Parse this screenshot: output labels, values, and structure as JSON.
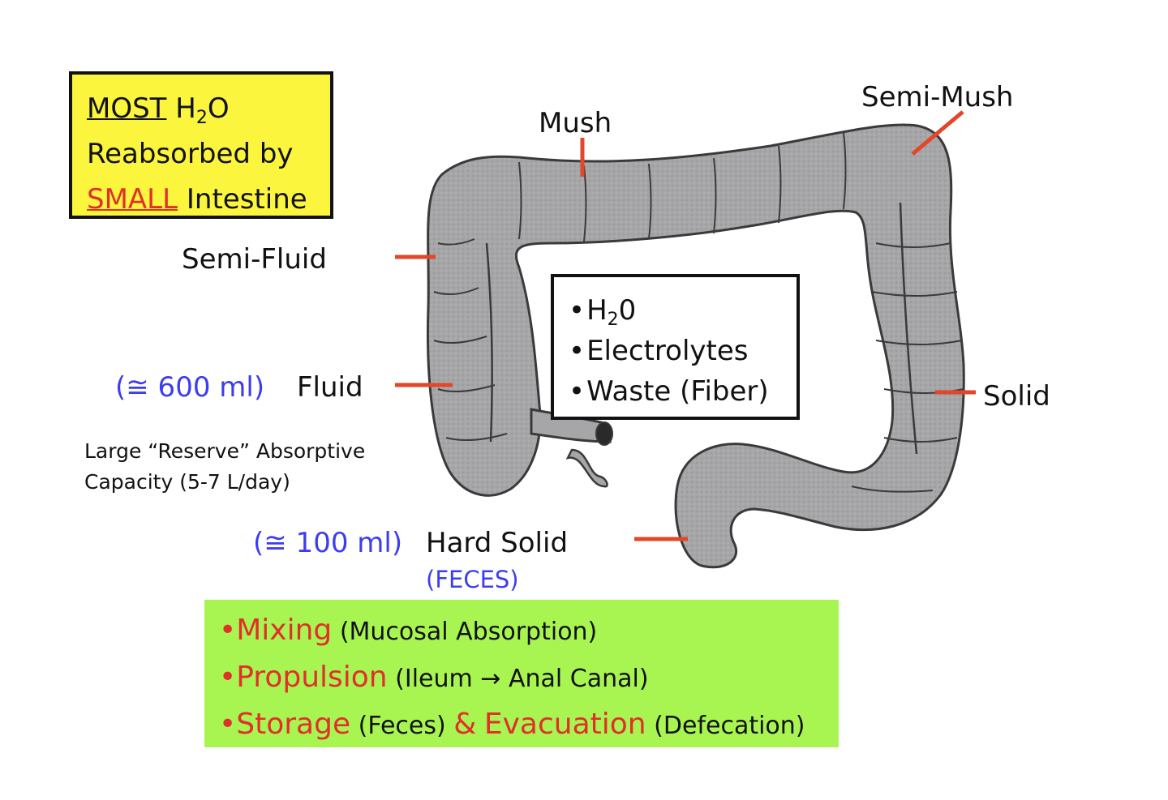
{
  "water_box": {
    "line1_most": "MOST",
    "line1_h": "H",
    "line1_sub": "2",
    "line1_o": "O",
    "line2": "Reabsorbed by",
    "line3_small": "SMALL",
    "line3_rest": "Intestine"
  },
  "labels": {
    "mush": "Mush",
    "semi_mush": "Semi-Mush",
    "semi_fluid": "Semi-Fluid",
    "fluid_volume": "(≅ 600 ml)",
    "fluid": "Fluid",
    "solid": "Solid",
    "hard_volume": "(≅ 100 ml)",
    "hard_solid": "Hard Solid",
    "feces": "(FECES)"
  },
  "reserve_note": {
    "line1": "Large “Reserve” Absorptive",
    "line2": "Capacity (5-7 L/day)"
  },
  "contents_box": {
    "bullet": "•",
    "item1_h": "H",
    "item1_sub": "2",
    "item1_rest": "0",
    "item2": "Electrolytes",
    "item3": "Waste (Fiber)"
  },
  "functions_box": {
    "bullet": "•",
    "mixing": "Mixing",
    "mixing_detail": "(Mucosal Absorption)",
    "propulsion": "Propulsion",
    "propulsion_detail": "(Ileum → Anal Canal)",
    "storage": "Storage",
    "storage_detail": "(Feces)",
    "amp": "&",
    "evacuation": "Evacuation",
    "evacuation_detail": "(Defecation)"
  },
  "colors": {
    "colon_fill": "#a6a6a8",
    "colon_stroke": "#3a3a3a",
    "pointer": "#e2472b",
    "yellow": "#fbf63d",
    "green": "#a8f552",
    "blue_text": "#3d3df0",
    "red_text": "#e0302a"
  }
}
